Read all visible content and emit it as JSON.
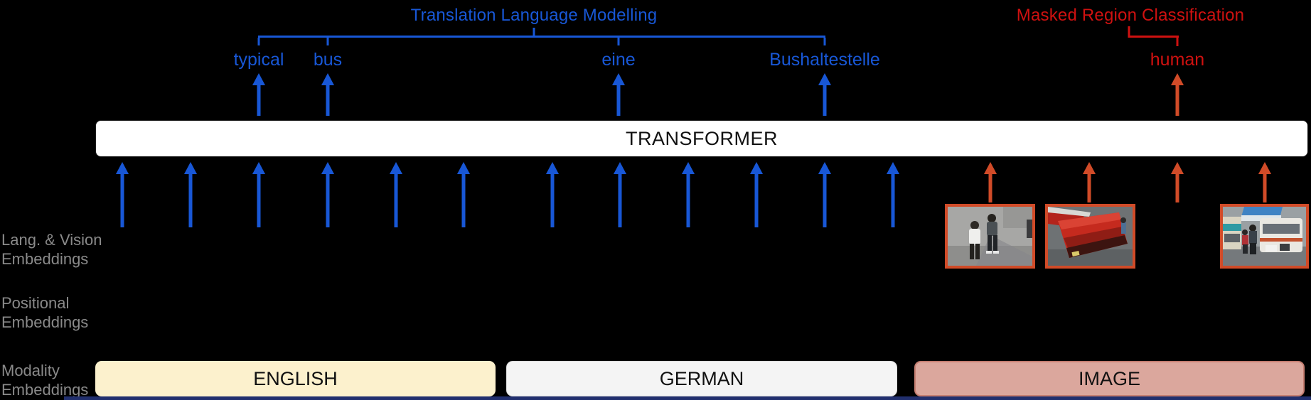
{
  "diagram": {
    "background": "#000000",
    "tasks": {
      "tlm": {
        "label": "Translation Language Modelling",
        "color": "#1857d6"
      },
      "mrc": {
        "label": "Masked Region Classification",
        "color": "#cf1110"
      }
    },
    "predicted_tokens": {
      "tlm": [
        {
          "label": "typical"
        },
        {
          "label": "bus"
        },
        {
          "label": "eine"
        },
        {
          "label": "Bushaltestelle"
        }
      ],
      "mrc": [
        {
          "label": "human"
        }
      ]
    },
    "transformer": {
      "label": "TRANSFORMER",
      "fill": "#ffffff",
      "text_color": "#111111"
    },
    "row_labels": [
      {
        "line1": "Lang. & Vision",
        "line2": "Embeddings"
      },
      {
        "line1": "Positional",
        "line2": "Embeddings"
      },
      {
        "line1": "Modality",
        "line2": "Embeddings"
      }
    ],
    "modality_bars": [
      {
        "label": "ENGLISH",
        "fill": "#fcf1cd"
      },
      {
        "label": "GERMAN",
        "fill": "#f4f4f4"
      },
      {
        "label": "IMAGE",
        "fill": "#dba79d"
      }
    ],
    "arrows": {
      "language_color": "#1857d6",
      "vision_color": "#d14b28",
      "language_token_count": 12,
      "vision_token_count": 4
    },
    "image_tokens": [
      {
        "name": "people-standing-photo"
      },
      {
        "name": "red-bus-top-photo"
      },
      {
        "name": "masked-region-empty"
      },
      {
        "name": "street-buses-photo"
      }
    ]
  }
}
